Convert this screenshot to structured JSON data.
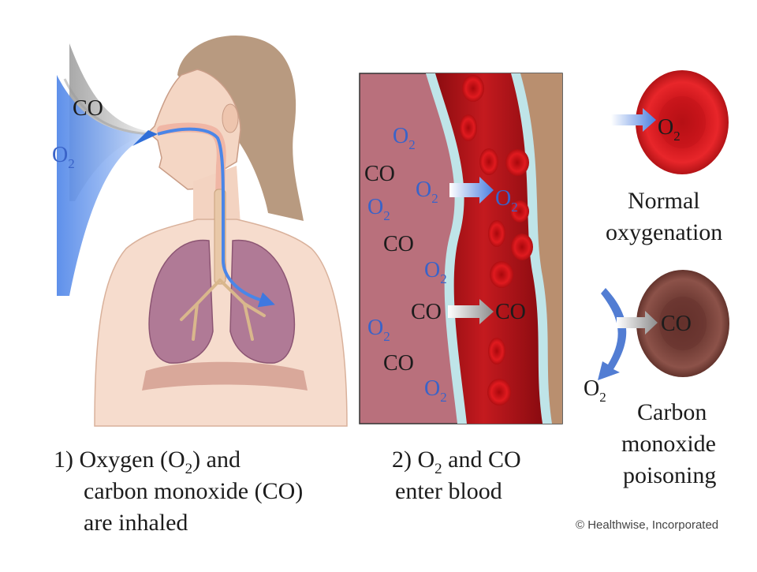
{
  "panel1": {
    "gas_co": "CO",
    "gas_o2_main": "O",
    "gas_o2_sub": "2",
    "caption": {
      "line1_prefix": "1) Oxygen (O",
      "line1_sub": "2",
      "line1_suffix": ") and",
      "line2": "carbon monoxide (CO)",
      "line3": "are inhaled"
    }
  },
  "panel2": {
    "o2_main": "O",
    "o2_sub": "2",
    "co": "CO",
    "caption": {
      "line1_prefix": "2) O",
      "line1_sub": "2",
      "line1_suffix": " and CO",
      "line2": "enter blood"
    }
  },
  "panel3": {
    "normal_o2_main": "O",
    "normal_o2_sub": "2",
    "normal_line1": "Normal",
    "normal_line2": "oxygenation",
    "poison_co": "CO",
    "poison_o2_main": "O",
    "poison_o2_sub": "2",
    "poison_line1": "Carbon",
    "poison_line2": "monoxide",
    "poison_line3": "poisoning"
  },
  "credit": "© Healthwise, Incorporated",
  "colors": {
    "o2_blue": "#3a63c8",
    "blood_red": "#b8141a",
    "tissue_pink": "#b9707c",
    "rbc_red": "#d4161b",
    "rbc_poisoned": "#6e3a33"
  }
}
